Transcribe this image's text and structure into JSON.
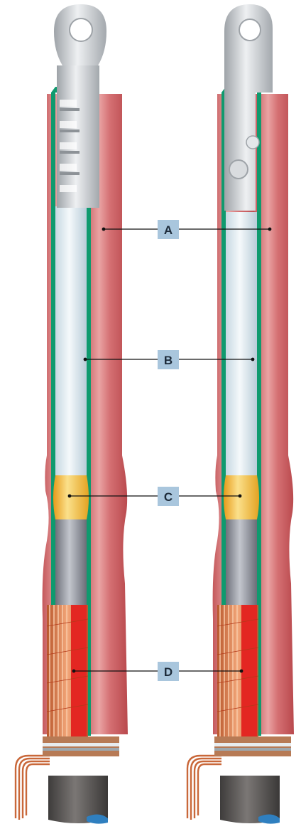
{
  "colors": {
    "outer_jacket": "#d16b6e",
    "outer_jacket_light": "#e8a2a2",
    "stress_layer": "#0f9a6e",
    "insulation": "#e6eff3",
    "semicon_band": "#f2b731",
    "conductor_screen": "#8c8f99",
    "copper_wire": "#e07a4a",
    "red_core": "#e32722",
    "cable_sheath": "#5d5a58",
    "lug_metal": "#c9cdd1",
    "label_box": "#a9c6dd",
    "leader_line": "#111111"
  },
  "callouts": [
    {
      "id": "A",
      "label": "A"
    },
    {
      "id": "B",
      "label": "B"
    },
    {
      "id": "C",
      "label": "C"
    },
    {
      "id": "D",
      "label": "D"
    }
  ],
  "variants": [
    {
      "id": "left",
      "lug_type": "crimped-lug",
      "icon": "ring-lug-crimp-icon"
    },
    {
      "id": "right",
      "lug_type": "bolted-lug",
      "icon": "ring-lug-bolt-icon"
    }
  ]
}
